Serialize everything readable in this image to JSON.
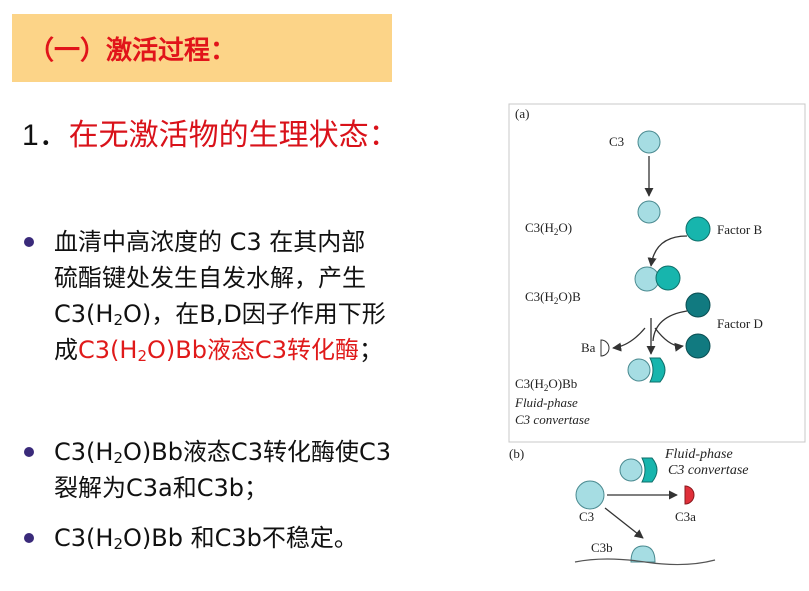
{
  "title": "（一）激活过程：",
  "heading": {
    "number": "1．",
    "text": "在无激活物的生理状态："
  },
  "bullets": [
    {
      "lines": [
        "血清中高浓度的 C3 在其内部",
        "硫酯键处发生自发水解，产生",
        [
          "C3(H",
          "2",
          "O)，在B,D因子作用下形"
        ],
        [
          "成",
          "C3(H",
          "2",
          "O)Bb液态C3转化酶",
          "；"
        ]
      ]
    },
    {
      "lines": [
        [
          "C3(H",
          "2",
          "O)Bb液态C3转化酶使C3"
        ],
        "裂解为C3a和C3b；"
      ]
    },
    {
      "lines": [
        [
          "C3(H",
          "2",
          "O)Bb 和C3b不稳定。"
        ]
      ]
    }
  ],
  "figure": {
    "panel_a": {
      "tag": "(a)",
      "c3": "C3",
      "c3h2o": [
        "C3(H",
        "2",
        "O)"
      ],
      "factor_b": "Factor B",
      "c3h2ob": [
        "C3(H",
        "2",
        "O)B"
      ],
      "factor_d": "Factor D",
      "ba": "Ba",
      "c3h2obb": [
        "C3(H",
        "2",
        "O)Bb"
      ],
      "caption1": "Fluid-phase",
      "caption2": "C3 convertase"
    },
    "panel_b": {
      "tag": "(b)",
      "caption1": "Fluid-phase",
      "caption2": "C3 convertase",
      "c3": "C3",
      "c3a": "C3a",
      "c3b": "C3b"
    },
    "colors": {
      "light_cyan": "#a6dde3",
      "teal": "#17b5ad",
      "dark_teal": "#117a80",
      "red": "#e0303a"
    }
  }
}
